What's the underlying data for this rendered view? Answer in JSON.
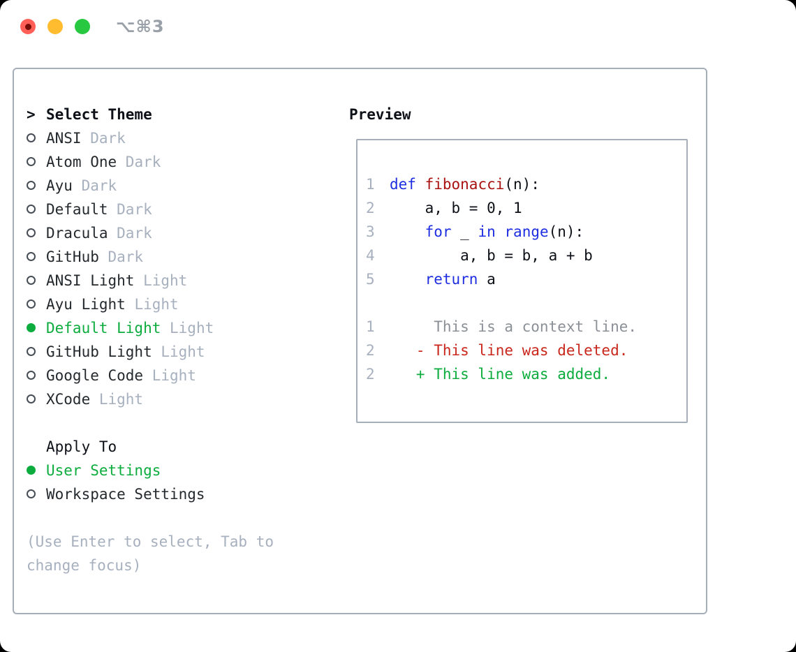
{
  "window": {
    "title": "⌥⌘3"
  },
  "titlebar": {
    "buttons": [
      {
        "name": "close",
        "color": "#ff5f57",
        "has_dot": true
      },
      {
        "name": "minimize",
        "color": "#febc2e",
        "has_dot": false
      },
      {
        "name": "zoom",
        "color": "#28c840",
        "has_dot": false
      }
    ]
  },
  "theme_panel": {
    "header_prefix": ">",
    "header": "Select Theme",
    "themes": [
      {
        "name": "ANSI",
        "variant": "Dark",
        "selected": false
      },
      {
        "name": "Atom One",
        "variant": "Dark",
        "selected": false
      },
      {
        "name": "Ayu",
        "variant": "Dark",
        "selected": false
      },
      {
        "name": "Default",
        "variant": "Dark",
        "selected": false
      },
      {
        "name": "Dracula",
        "variant": "Dark",
        "selected": false
      },
      {
        "name": "GitHub",
        "variant": "Dark",
        "selected": false
      },
      {
        "name": "ANSI Light",
        "variant": "Light",
        "selected": false
      },
      {
        "name": "Ayu Light",
        "variant": "Light",
        "selected": false
      },
      {
        "name": "Default Light",
        "variant": "Light",
        "selected": true
      },
      {
        "name": "GitHub Light",
        "variant": "Light",
        "selected": false
      },
      {
        "name": "Google Code",
        "variant": "Light",
        "selected": false
      },
      {
        "name": "XCode",
        "variant": "Light",
        "selected": false
      }
    ],
    "apply_to": {
      "header": "Apply To",
      "options": [
        {
          "label": "User Settings",
          "selected": true
        },
        {
          "label": "Workspace Settings",
          "selected": false
        }
      ]
    },
    "help_text": "(Use Enter to select, Tab to change focus)"
  },
  "preview": {
    "header": "Preview",
    "code_lines": [
      {
        "num": "1",
        "tokens": [
          {
            "c": "kw",
            "t": "def"
          },
          {
            "c": "",
            "t": " "
          },
          {
            "c": "fn",
            "t": "fibonacci"
          },
          {
            "c": "",
            "t": "(n):"
          }
        ]
      },
      {
        "num": "2",
        "tokens": [
          {
            "c": "",
            "t": "    a, b = 0, 1"
          }
        ]
      },
      {
        "num": "3",
        "tokens": [
          {
            "c": "",
            "t": "    "
          },
          {
            "c": "kw",
            "t": "for"
          },
          {
            "c": "",
            "t": " _ "
          },
          {
            "c": "kw",
            "t": "in"
          },
          {
            "c": "",
            "t": " "
          },
          {
            "c": "kw",
            "t": "range"
          },
          {
            "c": "",
            "t": "(n):"
          }
        ]
      },
      {
        "num": "4",
        "tokens": [
          {
            "c": "",
            "t": "        a, b = b, a + b"
          }
        ]
      },
      {
        "num": "5",
        "tokens": [
          {
            "c": "",
            "t": "    "
          },
          {
            "c": "kw",
            "t": "return"
          },
          {
            "c": "",
            "t": " a"
          }
        ]
      }
    ],
    "diff_lines": [
      {
        "num": "1",
        "kind": "context",
        "text": "     This is a context line."
      },
      {
        "num": "2",
        "kind": "deleted",
        "text": "   - This line was deleted."
      },
      {
        "num": "2",
        "kind": "added",
        "text": "   + This line was added."
      }
    ]
  },
  "colors": {
    "selected_green": "#0cac3e",
    "keyword_blue": "#1e2ee0",
    "function_red": "#a81210",
    "deleted_red": "#c9271c",
    "added_green": "#0cac3e",
    "context_gray": "#8b9097",
    "line_number_gray": "#a7b0be",
    "muted_gray": "#a7b0be",
    "text_dark": "#24292e",
    "panel_border": "#a6aeb9",
    "titlebar_text": "#9aa0a8",
    "traffic_red": "#ff5f57",
    "traffic_yellow": "#febc2e",
    "traffic_green": "#28c840"
  }
}
